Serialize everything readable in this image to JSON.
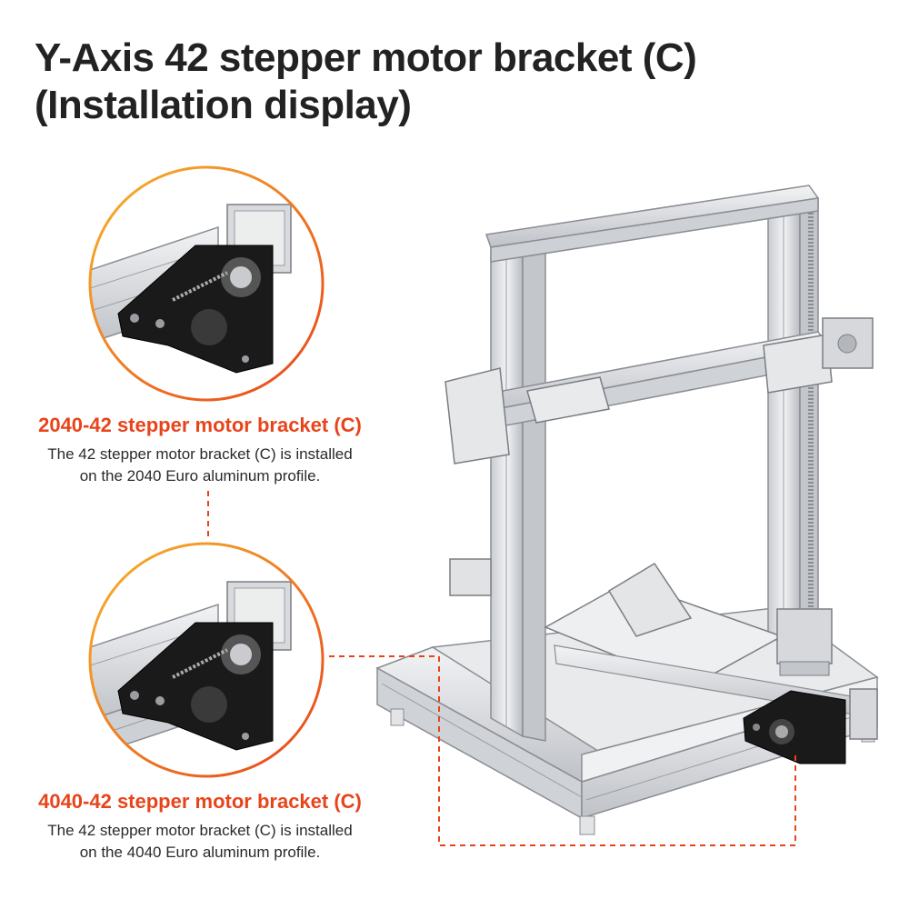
{
  "title": {
    "line1": "Y-Axis 42 stepper motor bracket (C)",
    "line2": "(Installation display)"
  },
  "callouts": [
    {
      "heading": "2040-42 stepper motor bracket (C)",
      "desc_line1": "The 42 stepper motor bracket (C) is installed",
      "desc_line2": "on the 2040 Euro aluminum profile."
    },
    {
      "heading": "4040-42 stepper motor bracket (C)",
      "desc_line1": "The 42 stepper motor bracket (C) is installed",
      "desc_line2": "on the 4040 Euro aluminum profile."
    }
  ],
  "colors": {
    "accent": "#e8441b",
    "ring_gradient_start": "#f5a623",
    "ring_gradient_end": "#e8441b",
    "text": "#222222",
    "bracket": "#1a1a1a",
    "aluminum": "#d8dadd"
  }
}
